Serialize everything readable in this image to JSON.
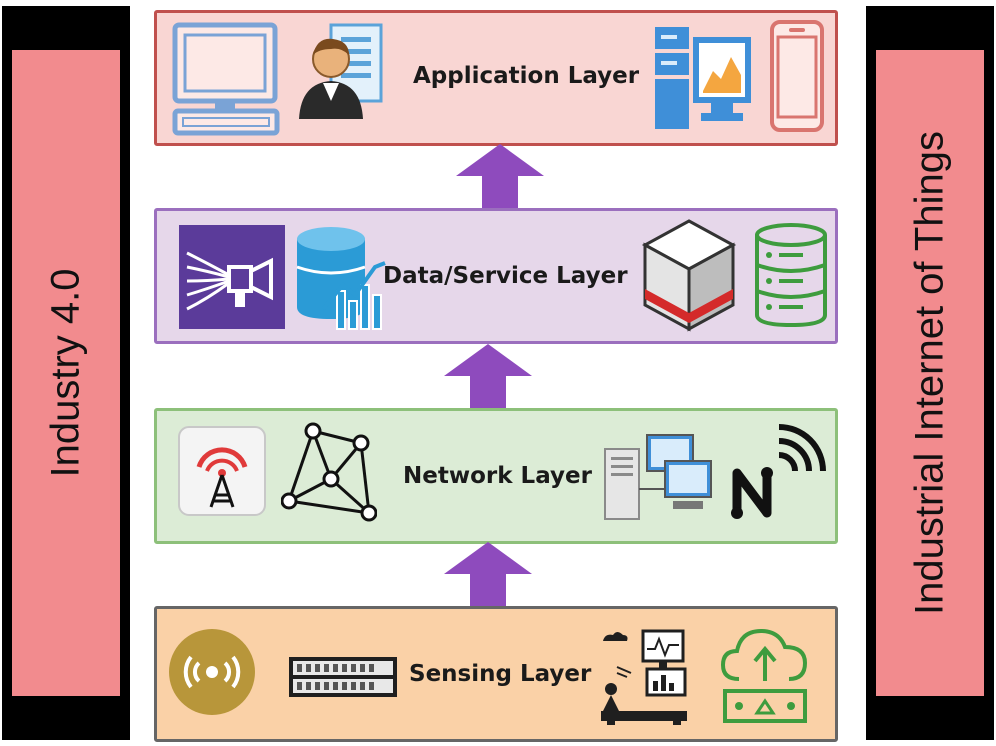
{
  "side_labels": {
    "left": "Industry 4.0",
    "right": "Industrial Internet of Things"
  },
  "layers": {
    "application": "Application Layer",
    "data_service": "Data/Service Layer",
    "network": "Network Layer",
    "sensing": "Sensing Layer"
  },
  "colors": {
    "side_bar": "#f28b8e",
    "application_fill": "#f9d6d3",
    "data_fill": "#e6d7ea",
    "network_fill": "#dcecd6",
    "sensing_fill": "#fad1a7",
    "arrow": "#8e4bbd"
  },
  "icons": {
    "application": [
      "desktop-computer-icon",
      "user-profile-icon",
      "server-analytics-icon",
      "smartphone-icon"
    ],
    "data_service": [
      "data-stream-icon",
      "database-analytics-icon",
      "storage-cube-icon",
      "database-icon"
    ],
    "network": [
      "cell-tower-icon",
      "mesh-network-icon",
      "networked-computers-icon",
      "wireless-n-icon"
    ],
    "sensing": [
      "rfid-sensor-icon",
      "rack-device-icon",
      "iot-devices-icon",
      "cloud-upload-device-icon"
    ]
  }
}
